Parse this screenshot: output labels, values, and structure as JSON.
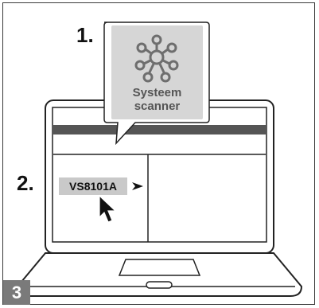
{
  "steps": {
    "step1": "1.",
    "step2": "2."
  },
  "app": {
    "label_line1": "Systeem",
    "label_line2": "scanner",
    "icon": "network-nodes-icon"
  },
  "device": {
    "name": "VS8101A"
  },
  "figure_number": "3",
  "colors": {
    "line": "#222222",
    "card": "#d6d6d6",
    "chip": "#c9c9c9",
    "icon": "#6e6e6e",
    "badge": "#7a7a7a"
  }
}
